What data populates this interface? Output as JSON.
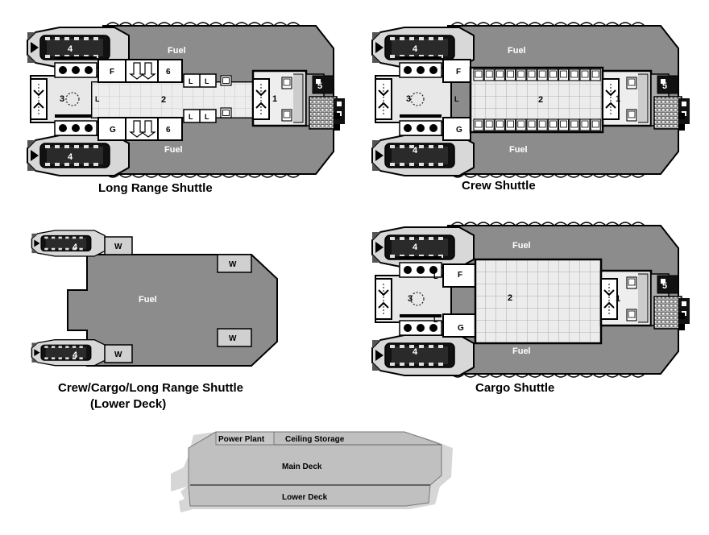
{
  "captions": {
    "long_range": "Long Range Shuttle",
    "crew": "Crew Shuttle",
    "lower_deck_line1": "Crew/Cargo/Long Range Shuttle",
    "lower_deck_line2": "(Lower Deck)",
    "cargo": "Cargo Shuttle"
  },
  "room_labels": {
    "fuel": "Fuel",
    "engine": "4",
    "thruster": "3",
    "main": "2",
    "cockpit": "1",
    "nose": "5",
    "food": "F",
    "galley": "G",
    "bunk": "6",
    "locker": "L",
    "water": "W"
  },
  "profile": {
    "power_plant": "Power Plant",
    "ceiling_storage": "Ceiling Storage",
    "main_deck": "Main Deck",
    "lower_deck": "Lower Deck"
  },
  "colors": {
    "fuel": "#8c8c8c",
    "floor": "#eeeeee",
    "engine": "#1a1a1a",
    "wall": "#000000",
    "profile": "#c0c0c0",
    "profile_shadow": "#d6d6d6"
  }
}
